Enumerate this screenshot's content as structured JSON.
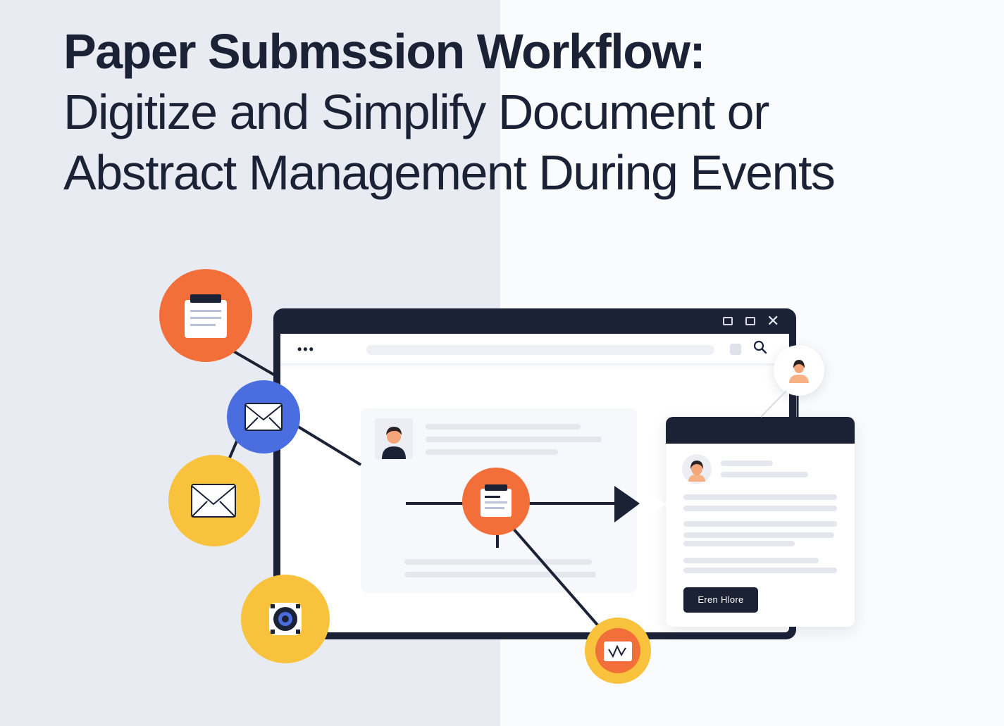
{
  "title": {
    "line1": "Paper Submssion Workflow:",
    "line2": "Digitize and Simplify Document or",
    "line3": "Abstract Management During Events"
  },
  "browser": {
    "window_close_glyph": "✕",
    "address_dots": "•••",
    "search_glyph": "⌕"
  },
  "panel": {
    "button_label": "Eren Hlore"
  },
  "icons": [
    "document-icon",
    "envelope-icon",
    "envelope-icon",
    "camera-icon",
    "document-icon",
    "image-icon",
    "user-avatar-icon"
  ],
  "colors": {
    "navy": "#1b2236",
    "orange": "#f26f3a",
    "blue": "#4a6ee0",
    "yellow": "#f9c23c",
    "left_background": "#e9ebf3",
    "right_background": "#fafbfd"
  }
}
